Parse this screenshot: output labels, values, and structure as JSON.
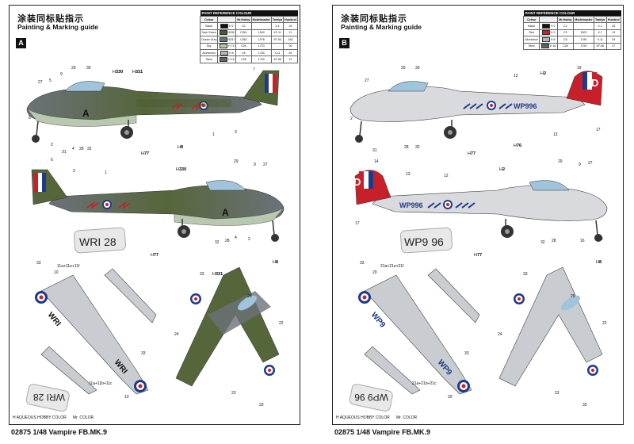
{
  "left": {
    "title_cn": "涂装同标贴指示",
    "title_en": "Painting & Marking guide",
    "badge": "A",
    "ref_header": "PAINT REFERENCE COLOUR",
    "ref_cols": [
      "Colour",
      "Mr.Hobby",
      "Modelmaster",
      "Tamiya",
      "Humbrol"
    ],
    "ref_rows": [
      {
        "name": "Black",
        "swatch": "#111111",
        "code": "H 2",
        "cols": [
          "C2",
          "",
          "X-1",
          "33"
        ]
      },
      {
        "name": "Dark Green",
        "swatch": "#4a5a2e",
        "code": "H330",
        "cols": [
          "C361",
          "1540",
          "XF-11",
          "11"
        ]
      },
      {
        "name": "Ocean Grey",
        "swatch": "#6b7178",
        "code": "H331",
        "cols": [
          "C362",
          "1578",
          "XF-53",
          "163"
        ]
      },
      {
        "name": "Sky",
        "swatch": "#b9c9b0",
        "code": "H 74",
        "cols": [
          "C26",
          "1723",
          "-",
          "90"
        ]
      },
      {
        "name": "Aluminium",
        "swatch": "#b5b8bb",
        "code": "H 8",
        "cols": [
          "C8",
          "1780",
          "X-11",
          "53"
        ]
      },
      {
        "name": "Steel",
        "swatch": "#606569",
        "code": "H 18",
        "cols": [
          "C28",
          "1790",
          "XF-56",
          "27"
        ]
      }
    ],
    "callouts": [
      "27",
      "5",
      "9",
      "29",
      "30",
      "7",
      "1",
      "3",
      "6",
      "2",
      "31",
      "4",
      "28",
      "32",
      "3",
      "1",
      "29",
      "9",
      "27",
      "32",
      "28",
      "4",
      "2",
      "33",
      "10",
      "25",
      "22",
      "24",
      "23",
      "33",
      "10"
    ],
    "h_codes": [
      "H330",
      "H331",
      "H 8",
      "H77",
      "H330",
      "H 8",
      "H 8",
      "H331",
      "H77",
      "H 8"
    ],
    "serial_code": "WRI 28",
    "decal_top": "11a+11e+11f",
    "decal_bottom": "11a+11b+11c",
    "footer_paint": "H AQUEOUS HOBBY COLOR",
    "footer_mr": "Mr. COLOR",
    "product": "02875 1/48 Vampire FB.MK.9"
  },
  "right": {
    "title_cn": "涂装同标贴指示",
    "title_en": "Painting & Marking guide",
    "badge": "B",
    "ref_header": "PAINT REFERENCE COLOUR",
    "ref_cols": [
      "Colour",
      "Mr.Hobby",
      "Modelmaster",
      "Tamiya",
      "Humbrol"
    ],
    "ref_rows": [
      {
        "name": "Black",
        "swatch": "#111111",
        "code": "H 2",
        "cols": [
          "C2",
          "",
          "X-1",
          "33"
        ]
      },
      {
        "name": "Red",
        "swatch": "#cc2222",
        "code": "H 3",
        "cols": [
          "C3",
          "1503",
          "X-7",
          "19"
        ]
      },
      {
        "name": "Aluminium",
        "swatch": "#b5b8bb",
        "code": "H 8",
        "cols": [
          "C8",
          "1780",
          "X-11",
          "53"
        ]
      },
      {
        "name": "Steel",
        "swatch": "#606569",
        "code": "H 18",
        "cols": [
          "C28",
          "1790",
          "XF-56",
          "27"
        ]
      }
    ],
    "serial_code": "WP9 96",
    "decal_top": "21a+21e+21f",
    "decal_bottom": "21a+21b+21c",
    "footer_paint": "H AQUEOUS HOBBY COLOR",
    "footer_mr": "Mr. COLOR",
    "product": "02875 1/48 Vampire FB.MK.9"
  },
  "colors": {
    "camo_green": "#55663a",
    "camo_grey": "#6c727a",
    "silver": "#c9ccd0",
    "roundel_blue": "#1f3a8a",
    "roundel_red": "#c8202a",
    "canopy": "#9fc4dc"
  }
}
